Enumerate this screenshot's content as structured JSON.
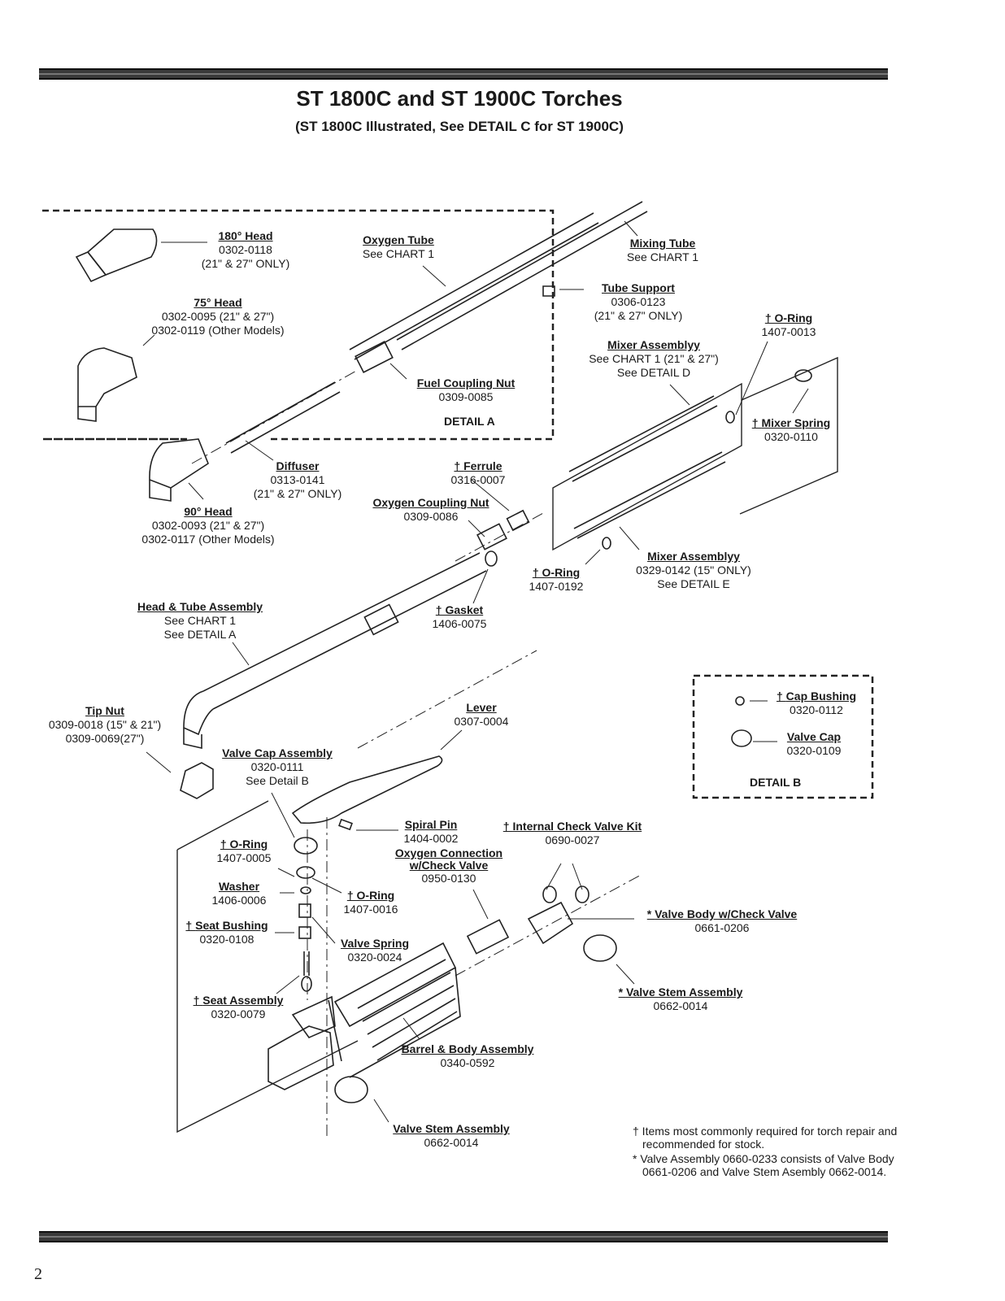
{
  "title": "ST 1800C and ST 1900C Torches",
  "subtitle": "(ST 1800C Illustrated, See DETAIL C for ST 1900C)",
  "parts": {
    "head180": {
      "name": "180° Head",
      "lines": [
        "0302-0118",
        "(21\" & 27\" ONLY)"
      ]
    },
    "head75": {
      "name": "75° Head",
      "lines": [
        "0302-0095 (21\" & 27\")",
        "0302-0119 (Other Models)"
      ]
    },
    "oxygen_tube": {
      "name": "Oxygen Tube",
      "lines": [
        "See CHART 1"
      ]
    },
    "mixing_tube": {
      "name": "Mixing Tube",
      "lines": [
        "See CHART 1"
      ]
    },
    "tube_support": {
      "name": "Tube Support",
      "lines": [
        "0306-0123",
        "(21\" & 27\" ONLY)"
      ]
    },
    "oring_top": {
      "name": "O-Ring",
      "mark": "† ",
      "lines": [
        "1407-0013"
      ]
    },
    "mixer_assy_top": {
      "name": "Mixer Assemblyy",
      "lines": [
        "See CHART 1 (21\" & 27\")",
        "See DETAIL D"
      ]
    },
    "fuel_coupling_nut": {
      "name": "Fuel Coupling Nut",
      "lines": [
        "0309-0085"
      ]
    },
    "mixer_spring": {
      "name": "Mixer Spring",
      "mark": "† ",
      "lines": [
        "0320-0110"
      ]
    },
    "diffuser": {
      "name": "Diffuser",
      "lines": [
        "0313-0141",
        "(21\" & 27\" ONLY)"
      ]
    },
    "ferrule": {
      "name": "Ferrule",
      "mark": "† ",
      "lines": [
        "0316-0007"
      ]
    },
    "oxygen_coupling_nut": {
      "name": "Oxygen Coupling Nut",
      "lines": [
        "0309-0086"
      ]
    },
    "head90": {
      "name": "90° Head",
      "lines": [
        "0302-0093 (21\" & 27\")",
        "0302-0117 (Other Models)"
      ]
    },
    "oring_mid": {
      "name": "O-Ring",
      "mark": "† ",
      "lines": [
        "1407-0192"
      ]
    },
    "mixer_assy_bottom": {
      "name": "Mixer Assemblyy",
      "lines": [
        "0329-0142 (15\" ONLY)",
        "See DETAIL E"
      ]
    },
    "head_tube_assy": {
      "name": "Head & Tube Assembly",
      "lines": [
        "See CHART 1",
        "See DETAIL A"
      ]
    },
    "gasket": {
      "name": "Gasket",
      "mark": "† ",
      "lines": [
        "1406-0075"
      ]
    },
    "cap_bushing": {
      "name": "Cap Bushing",
      "mark": "† ",
      "lines": [
        "0320-0112"
      ]
    },
    "valve_cap": {
      "name": "Valve Cap",
      "lines": [
        "0320-0109"
      ]
    },
    "tip_nut": {
      "name": "Tip Nut",
      "lines": [
        "0309-0018 (15\" & 21\")",
        "0309-0069(27\")"
      ]
    },
    "lever": {
      "name": "Lever",
      "lines": [
        "0307-0004"
      ]
    },
    "valve_cap_assy": {
      "name": "Valve Cap Assembly",
      "lines": [
        "0320-0111",
        "See Detail B"
      ]
    },
    "spiral_pin": {
      "name": "Spiral Pin",
      "lines": [
        "1404-0002"
      ]
    },
    "internal_check_valve_kit": {
      "name": "Internal Check Valve Kit",
      "mark": "† ",
      "lines": [
        "0690-0027"
      ]
    },
    "oring_lower_a": {
      "name": "O-Ring",
      "mark": "† ",
      "lines": [
        "1407-0005"
      ]
    },
    "oxygen_connection": {
      "name": "Oxygen Connection w/Check Valve",
      "lines": [
        "0950-0130"
      ]
    },
    "washer": {
      "name": "Washer",
      "lines": [
        "1406-0006"
      ]
    },
    "oring_lower_b": {
      "name": "O-Ring",
      "mark": "† ",
      "lines": [
        "1407-0016"
      ]
    },
    "valve_body": {
      "name": "Valve Body w/Check Valve",
      "mark": "* ",
      "lines": [
        "0661-0206"
      ]
    },
    "seat_bushing": {
      "name": "Seat Bushing",
      "mark": "† ",
      "lines": [
        "0320-0108"
      ]
    },
    "valve_spring": {
      "name": "Valve Spring",
      "lines": [
        "0320-0024"
      ]
    },
    "valve_stem_right": {
      "name": "Valve Stem Assembly",
      "mark": "* ",
      "lines": [
        "0662-0014"
      ]
    },
    "seat_assy": {
      "name": "Seat Assembly",
      "mark": "† ",
      "lines": [
        "0320-0079"
      ]
    },
    "barrel_body": {
      "name": "Barrel & Body Assembly",
      "lines": [
        "0340-0592"
      ]
    },
    "valve_stem_bottom": {
      "name": "Valve Stem Assembly",
      "lines": [
        "0662-0014"
      ]
    }
  },
  "details": {
    "a": "DETAIL A",
    "b": "DETAIL B"
  },
  "notes": [
    "† Items most commonly required for torch repair and recommended for stock.",
    "* Valve Assembly 0660-0233 consists of Valve Body 0661-0206 and Valve Stem Asembly 0662-0014."
  ],
  "page_number": "2"
}
